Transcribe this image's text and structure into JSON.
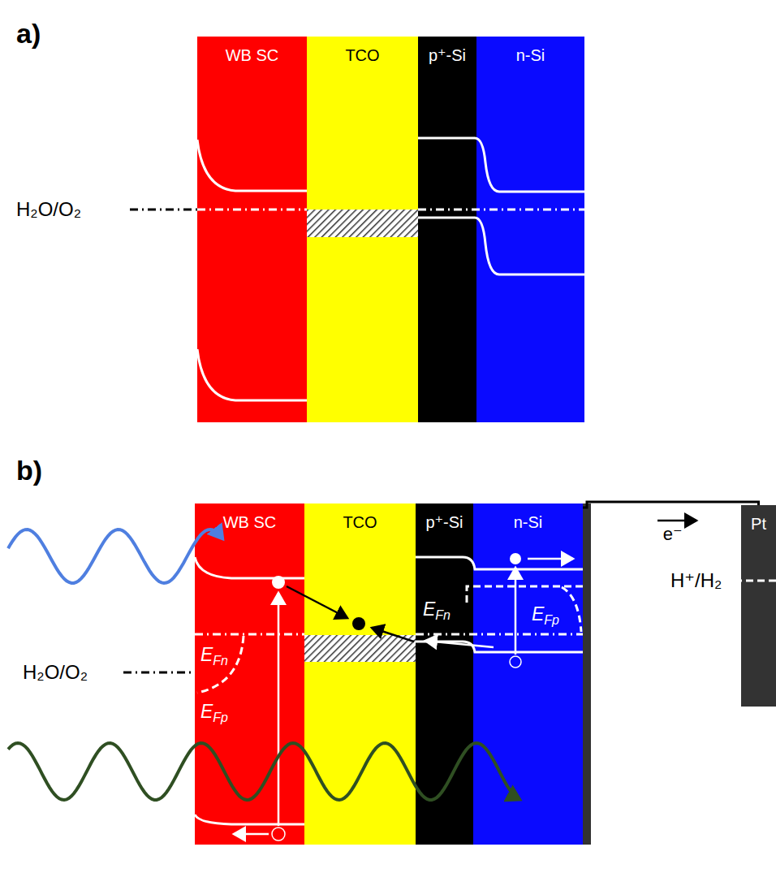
{
  "diagram": {
    "nodes": [
      {
        "text": [
          "WB SC"
        ]
      },
      {
        "text": [
          "TCO"
        ]
      },
      {
        "text": [
          "p⁺-Si"
        ]
      },
      {
        "text": [
          "n-Si"
        ]
      },
      {
        "text": [
          "WB SC"
        ]
      },
      {
        "text": [
          "TCO"
        ]
      },
      {
        "text": [
          "p⁺-Si"
        ]
      },
      {
        "text": [
          "n-Si"
        ]
      },
      {
        "text": [
          "Pt"
        ]
      }
    ],
    "edges": [
      {
        "from": 7,
        "to": 8,
        "arrow": "none",
        "label": "e⁻"
      }
    ],
    "labels": [
      "a)",
      "H₂O/O₂",
      "b)",
      "EFn",
      "EFp",
      "EFn",
      "EFp",
      "H₂O/O₂",
      "H⁺/H₂"
    ]
  }
}
